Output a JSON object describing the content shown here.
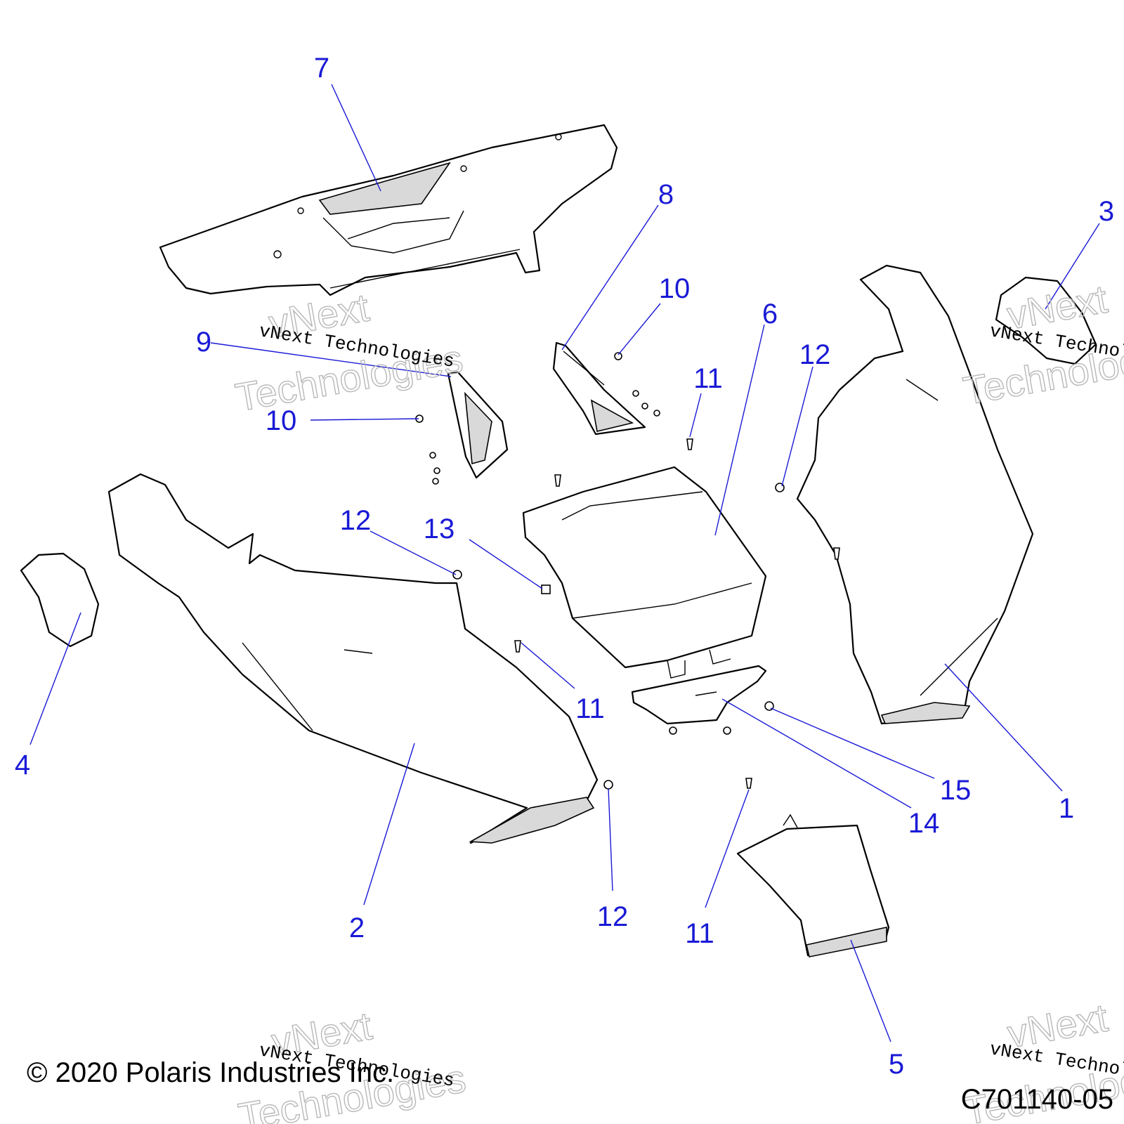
{
  "diagram": {
    "callouts": [
      {
        "id": "c7",
        "label": "7"
      },
      {
        "id": "c8",
        "label": "8"
      },
      {
        "id": "c3",
        "label": "3"
      },
      {
        "id": "c10a",
        "label": "10"
      },
      {
        "id": "c6",
        "label": "6"
      },
      {
        "id": "c12a",
        "label": "12"
      },
      {
        "id": "c9",
        "label": "9"
      },
      {
        "id": "c11a",
        "label": "11"
      },
      {
        "id": "c10b",
        "label": "10"
      },
      {
        "id": "c12b",
        "label": "12"
      },
      {
        "id": "c13",
        "label": "13"
      },
      {
        "id": "c4",
        "label": "4"
      },
      {
        "id": "c11b",
        "label": "11"
      },
      {
        "id": "c15",
        "label": "15"
      },
      {
        "id": "c1",
        "label": "1"
      },
      {
        "id": "c14",
        "label": "14"
      },
      {
        "id": "c2",
        "label": "2"
      },
      {
        "id": "c12c",
        "label": "12"
      },
      {
        "id": "c11c",
        "label": "11"
      },
      {
        "id": "c5",
        "label": "5"
      }
    ],
    "copyright": "© 2020 Polaris Industries Inc.",
    "drawing_number": "C701140-05",
    "watermark": {
      "line_text": "vNext Technologies",
      "outline_word_1": "vNext",
      "outline_word_2": "Technologies"
    },
    "colors": {
      "callout": "#1a1ad6",
      "line_art": "#000000",
      "shading": "#d9d9d9"
    }
  }
}
